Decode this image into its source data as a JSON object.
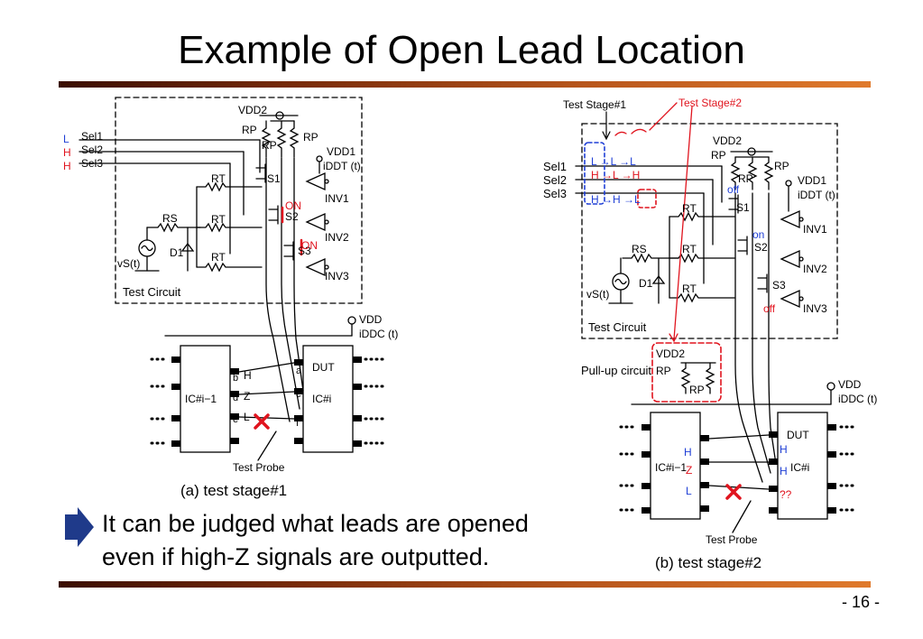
{
  "title": "Example of Open Lead Location",
  "page_number": "- 16 -",
  "bullet": {
    "line1": "It can be judged what leads are opened",
    "line2": "even if high-Z signals are outputted."
  },
  "left_diagram": {
    "caption": "(a) test stage#1",
    "vdd2": "VDD2",
    "vdd1": "VDD1",
    "iddt": "iDDT (t)",
    "rp": "RP",
    "rt": "RT",
    "rs": "RS",
    "d1": "D1",
    "vs": "vS(t)",
    "sel": [
      "Sel1",
      "Sel2",
      "Sel3"
    ],
    "levels": [
      "L",
      "H",
      "H"
    ],
    "switches": [
      "S1",
      "S2",
      "S3"
    ],
    "inverters": [
      "INV1",
      "INV2",
      "INV3"
    ],
    "on1": "ON",
    "on2": "ON",
    "test_circuit": "Test Circuit",
    "vdd": "VDD",
    "iddc": "iDDC (t)",
    "ic_prev": "IC#i−1",
    "dut": "DUT",
    "ic": "IC#i",
    "pins_left": [
      "b",
      "d",
      "e"
    ],
    "pins_right": [
      "a",
      "c",
      "f"
    ],
    "pin_values": [
      "H",
      "Z",
      "L"
    ],
    "test_probe": "Test Probe"
  },
  "right_diagram": {
    "caption": "(b) test stage#2",
    "stage1": "Test Stage#1",
    "stage2": "Test Stage#2",
    "seq": [
      "L →L →L",
      "H →L →H",
      "H →H →L"
    ],
    "sel": [
      "Sel1",
      "Sel2",
      "Sel3"
    ],
    "states": [
      "off",
      "on",
      "off"
    ],
    "pullup": "Pull-up circuit",
    "pin_values_left": [
      "H",
      "Z",
      "L"
    ],
    "pin_values_right": [
      "H",
      "H",
      "??"
    ],
    "test_circuit": "Test Circuit",
    "test_probe": "Test Probe"
  },
  "colors": {
    "accent_red": "#e0141e",
    "accent_blue": "#1f3fd6",
    "arrow": "#1f3a8a"
  }
}
